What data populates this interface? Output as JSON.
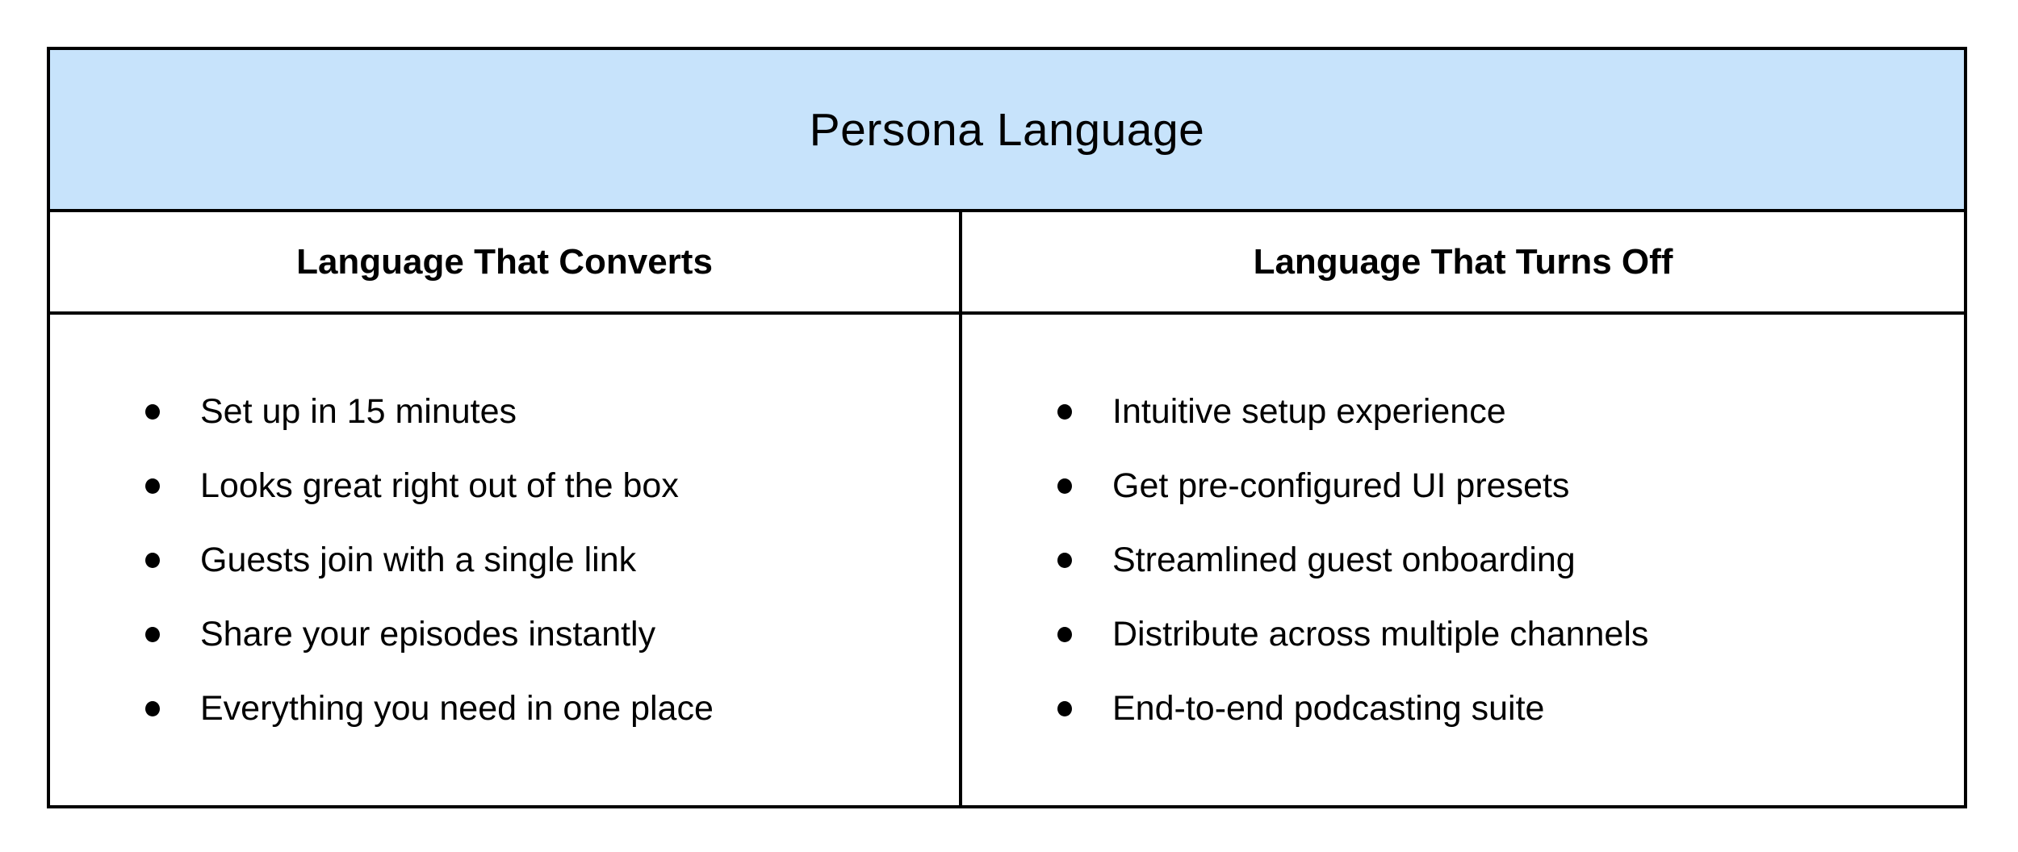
{
  "table": {
    "title": "Persona Language",
    "columns": [
      {
        "header": "Language That Converts",
        "items": [
          "Set up in 15 minutes",
          "Looks great right out of the box",
          "Guests join with a single link",
          "Share your episodes instantly",
          "Everything you need in one place"
        ]
      },
      {
        "header": "Language That Turns Off",
        "items": [
          "Intuitive setup experience",
          "Get pre-configured UI presets",
          "Streamlined guest onboarding",
          "Distribute across multiple channels",
          "End-to-end podcasting suite"
        ]
      }
    ]
  },
  "colors": {
    "title_row_fill": "#c7e3fb",
    "border": "#000000",
    "text": "#000000",
    "background": "#ffffff"
  }
}
